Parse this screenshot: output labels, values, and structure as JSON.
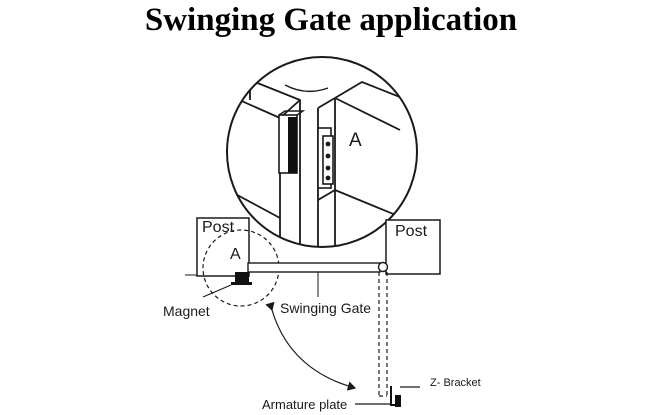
{
  "title": "Swinging Gate application",
  "detail_label": "A",
  "posts": {
    "left_label": "Post",
    "right_label": "Post",
    "zone_label": "A"
  },
  "callouts": {
    "magnet": "Magnet",
    "swinging_gate": "Swinging Gate",
    "z_bracket": "Z- Bracket",
    "armature_plate": "Armature plate"
  },
  "colors": {
    "ink": "#1a1a1a",
    "background": "#ffffff",
    "magnet_fill": "#111111"
  }
}
